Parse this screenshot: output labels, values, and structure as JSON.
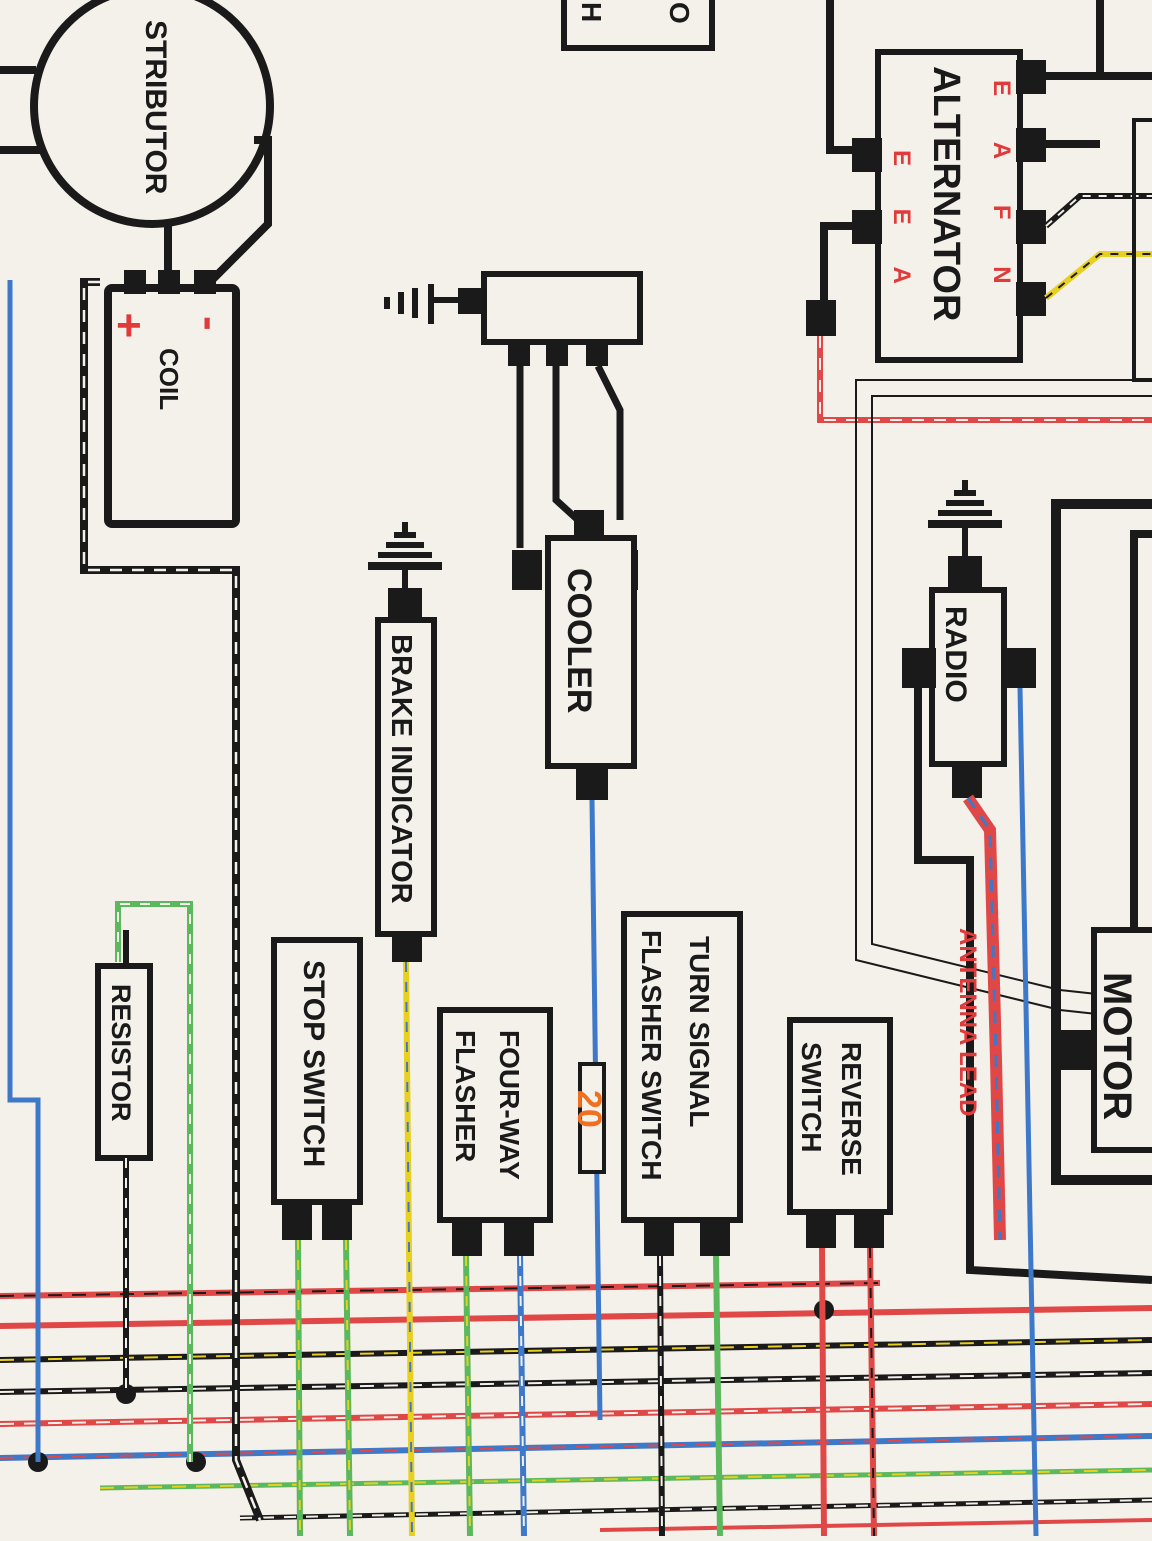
{
  "colors": {
    "background": "#f4f0ea",
    "wire_black": "#1a1a1a",
    "wire_blue": "#3e78c8",
    "wire_red": "#e04848",
    "wire_green": "#5cb85c",
    "wire_yellow": "#e8d020",
    "label_red": "#e03a3a",
    "label_orange": "#f07020"
  },
  "components": {
    "distributor": "STRIBUTOR",
    "coil": "COIL",
    "coil_plus": "+",
    "coil_minus": "-",
    "alternator": "ALTERNATOR",
    "alt_terminals_outer": "E A F N",
    "alt_terminals_inner": "E E A",
    "cooler": "COOLER",
    "brake_indicator": "BRAKE INDICATOR",
    "radio": "RADIO",
    "resistor": "RESISTOR",
    "stop_switch": "STOP SWITCH",
    "four_way_flasher_1": "FOUR-WAY",
    "four_way_flasher_2": "FLASHER",
    "turn_signal_1": "TURN SIGNAL",
    "turn_signal_2": "FLASHER SWITCH",
    "reverse_switch_1": "REVERSE",
    "reverse_switch_2": "SWITCH",
    "motor": "MOTOR",
    "antenna_lead": "ANTENNA LEAD",
    "fuse_label": "20",
    "top_box_1": "O",
    "top_box_2": "H"
  }
}
